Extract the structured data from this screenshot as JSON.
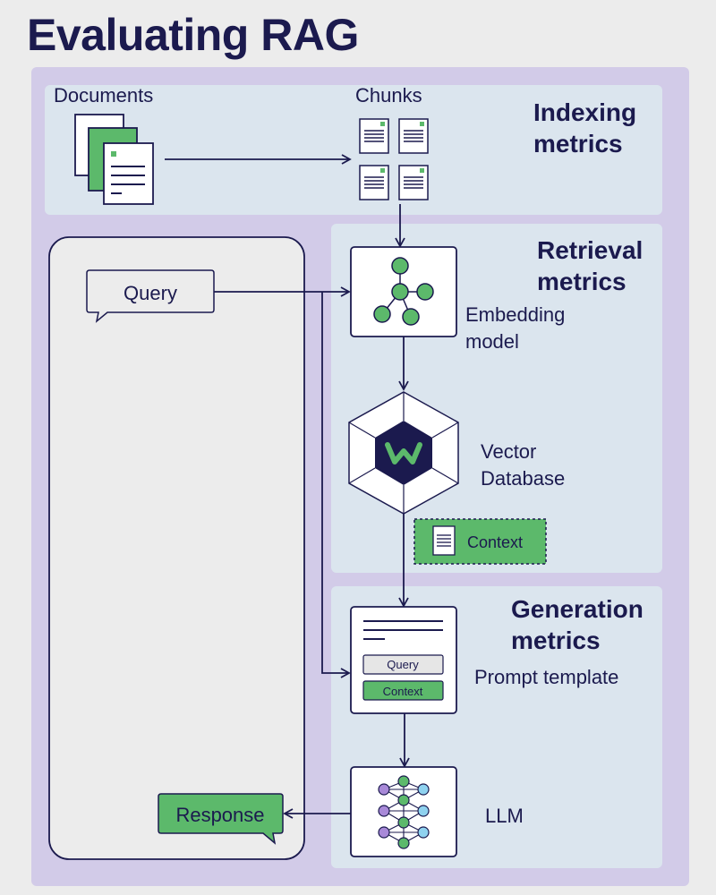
{
  "title": "Evaluating RAG",
  "panels": {
    "indexing": "Indexing\nmetrics",
    "retrieval": "Retrieval\nmetrics",
    "generation": "Generation\nmetrics"
  },
  "nodes": {
    "documents": "Documents",
    "chunks": "Chunks",
    "query": "Query",
    "embedding_model": "Embedding\nmodel",
    "vector_database": "Vector\nDatabase",
    "context": "Context",
    "prompt_template": "Prompt template",
    "prompt_query": "Query",
    "prompt_context": "Context",
    "llm": "LLM",
    "response": "Response"
  },
  "colors": {
    "navy": "#1b1a4e",
    "green": "#5cb96b",
    "outer": "#d2cbe8",
    "panel": "#dbe5ee"
  }
}
